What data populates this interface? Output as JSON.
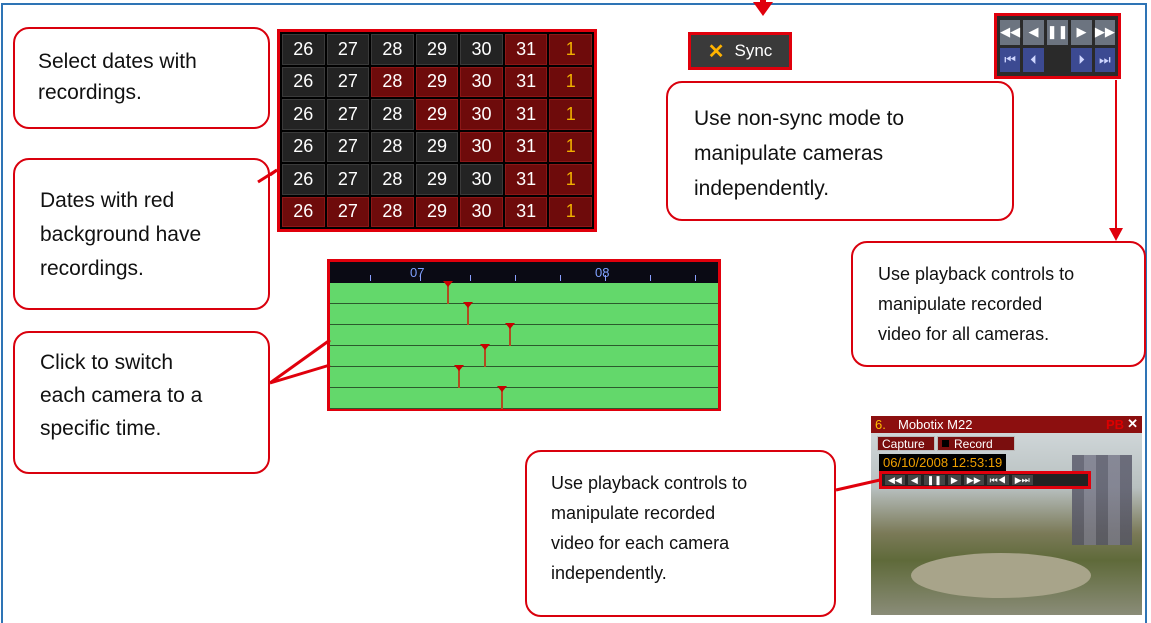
{
  "callouts": {
    "select_dates": "Select dates with\nrecordings.",
    "red_background": "Dates with red\nbackground have\nrecordings.",
    "click_switch": "Click to switch\neach camera to a\nspecific time.",
    "non_sync": "Use non-sync mode to\nmanipulate cameras\nindependently.",
    "playback_all": "Use playback controls to\nmanipulate recorded\nvideo for all cameras.",
    "playback_each": "Use playback controls to\nmanipulate recorded\nvideo for each camera\nindependently."
  },
  "calendar": {
    "rows": [
      [
        "26",
        "27",
        "28",
        "29",
        "30",
        "31",
        "1"
      ],
      [
        "26",
        "27",
        "28",
        "29",
        "30",
        "31",
        "1"
      ],
      [
        "26",
        "27",
        "28",
        "29",
        "30",
        "31",
        "1"
      ],
      [
        "26",
        "27",
        "28",
        "29",
        "30",
        "31",
        "1"
      ],
      [
        "26",
        "27",
        "28",
        "29",
        "30",
        "31",
        "1"
      ],
      [
        "26",
        "27",
        "28",
        "29",
        "30",
        "31",
        "1"
      ]
    ],
    "recorded": [
      [
        false,
        false,
        false,
        false,
        false,
        true,
        true
      ],
      [
        false,
        false,
        true,
        true,
        true,
        true,
        true
      ],
      [
        false,
        false,
        false,
        true,
        true,
        true,
        true
      ],
      [
        false,
        false,
        false,
        false,
        true,
        true,
        true
      ],
      [
        false,
        false,
        false,
        false,
        false,
        true,
        true
      ],
      [
        true,
        true,
        true,
        true,
        true,
        true,
        true
      ]
    ]
  },
  "sync": {
    "label": "Sync",
    "icon": "x-icon"
  },
  "global_playback": {
    "row1": [
      "◀◀",
      "◀",
      "❚❚",
      "▶",
      "▶▶"
    ],
    "row2": [
      "⏮",
      "⏴",
      "",
      "⏵",
      "⏭"
    ]
  },
  "timeline": {
    "hour_labels": [
      "07",
      "08"
    ],
    "camera_rows": 6
  },
  "camera": {
    "number": "6.",
    "name": "Mobotix M22",
    "mode": "PB",
    "close": "✕",
    "capture_label": "Capture",
    "record_label": "Record",
    "timestamp": "06/10/2008 12:53:19",
    "controls": [
      "◀◀",
      "◀",
      "❚❚",
      "▶",
      "▶▶",
      "⏮◀",
      "▶⏭"
    ]
  },
  "colors": {
    "accent_red": "#e0000c",
    "frame_blue": "#2e74b5",
    "timeline_green": "#63d86b"
  }
}
